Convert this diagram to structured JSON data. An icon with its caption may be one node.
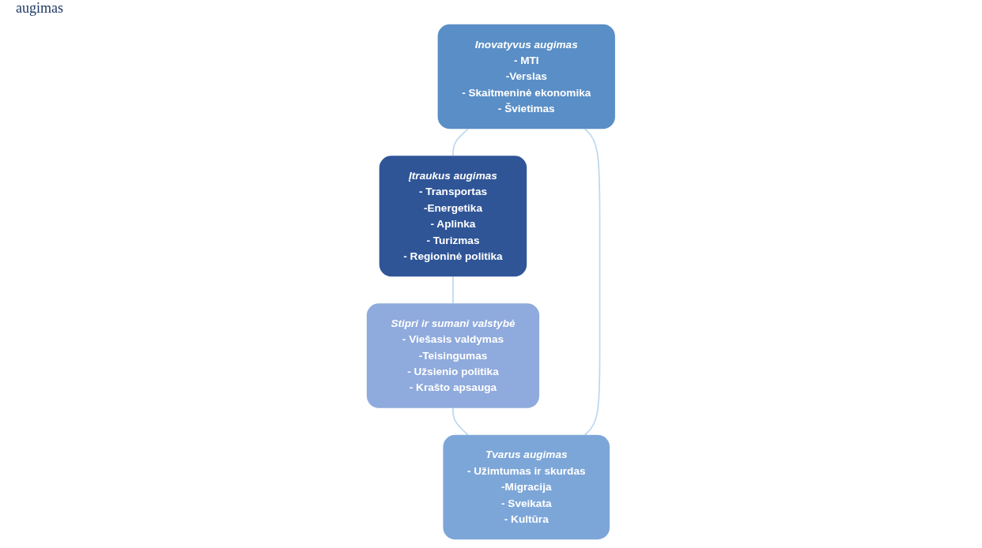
{
  "diagram": {
    "nodes": [
      {
        "text": [
          "Inovatyvus augimas",
          "- MTI",
          "-Verslas",
          "- Skaitmeninė ekonomika",
          "- Švietimas"
        ]
      },
      {
        "text": [
          "Tvarus augimas",
          "- Užimtumas ir skurdas",
          "-Migracija",
          "- Sveikata",
          "- Kultūra"
        ]
      },
      {
        "text": [
          "Įtraukus augimas",
          "- Transportas",
          "-Energetika",
          "- Aplinka",
          "- Turizmas",
          "- Regioninė politika"
        ]
      },
      {
        "text": [
          "Stipri ir sumani valstybė",
          "- Viešasis valdymas",
          "-Teisingumas",
          "- Užsienio politika",
          "- Krašto apsauga"
        ]
      }
    ],
    "edges": [
      {
        "from": 0,
        "to": 2,
        "arrow": "none",
        "color": "#bdd7ee"
      },
      {
        "from": 2,
        "to": 3,
        "arrow": "none",
        "color": "#bdd7ee"
      },
      {
        "from": 3,
        "to": 1,
        "arrow": "none",
        "color": "#bdd7ee"
      },
      {
        "from": 1,
        "to": 0,
        "arrow": "none",
        "color": "#bdd7ee"
      }
    ],
    "labels": [
      "augimas"
    ]
  }
}
